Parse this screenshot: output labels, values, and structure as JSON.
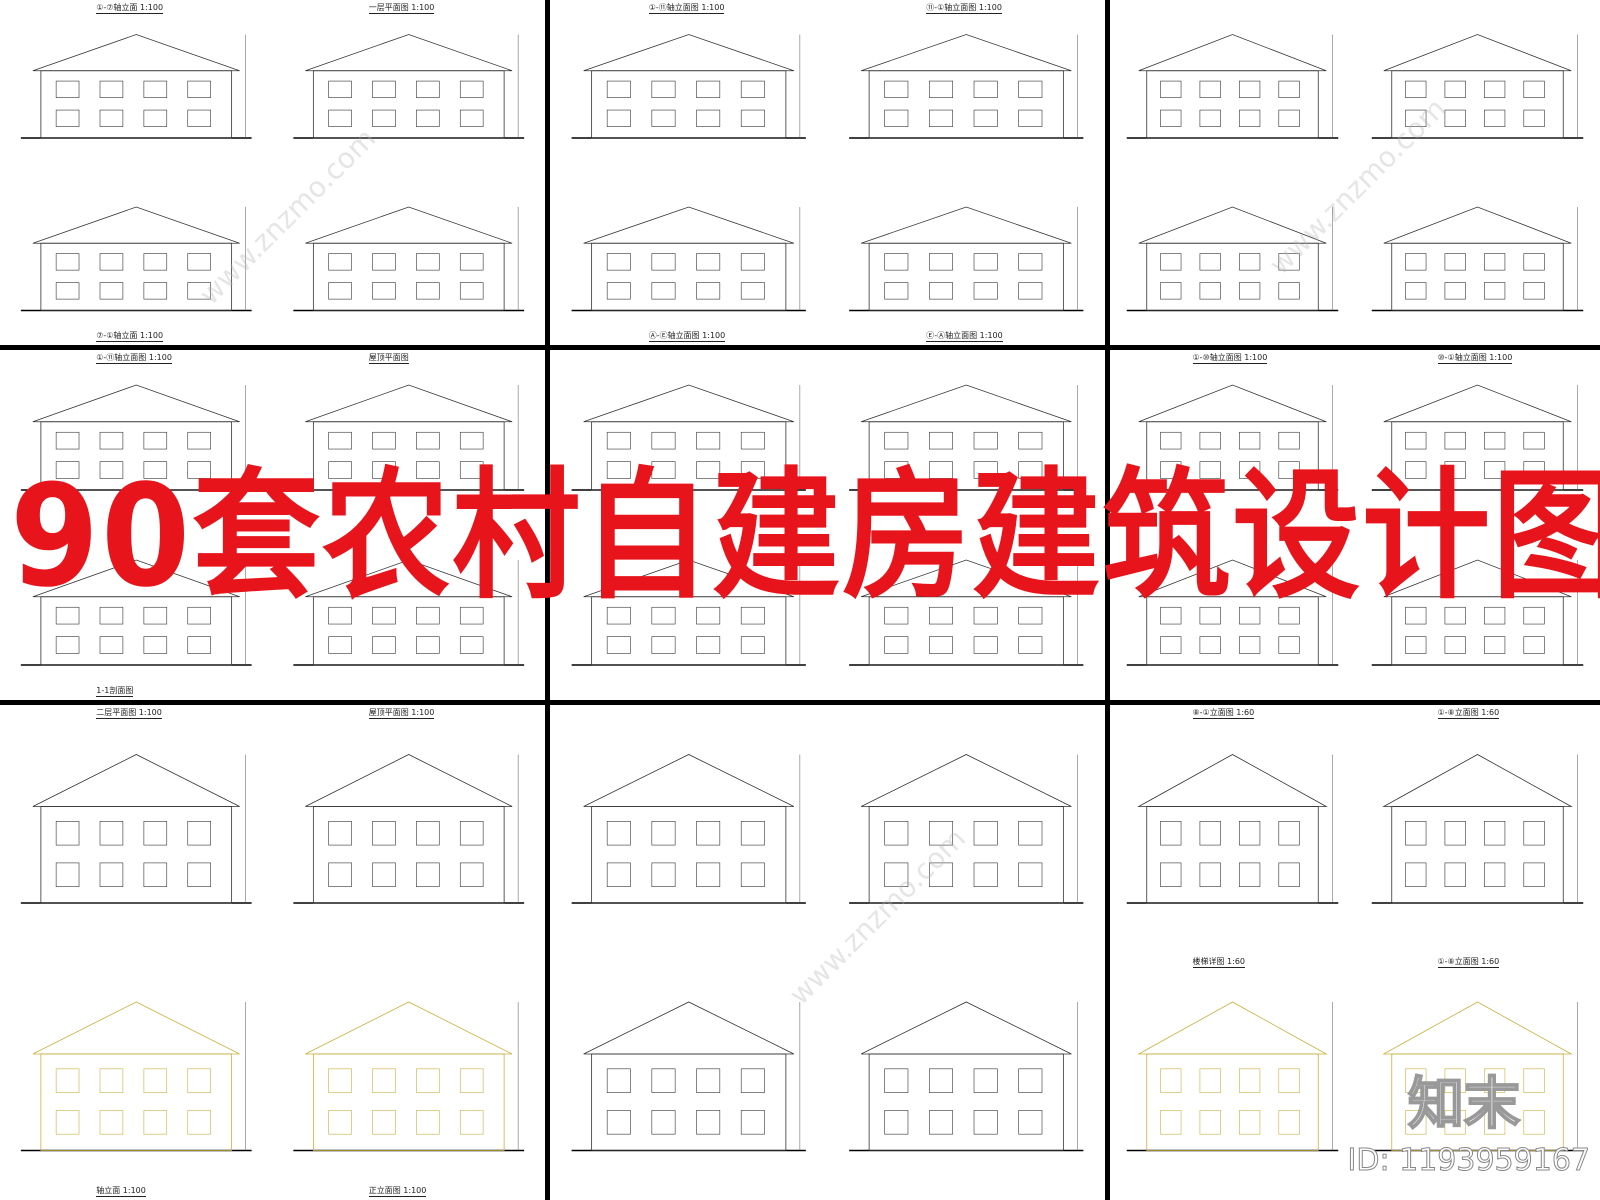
{
  "title": "90套农村自建房建筑设计图",
  "id_label": "ID: 1193959167",
  "logo_text": "知末",
  "watermark": "www.znzmo.com",
  "title_color": "#e8141b",
  "panels": [
    {
      "captions": [
        "①-⑦轴立面 1:100",
        "一层平面图 1:100",
        "⑦-①轴立面 1:100"
      ]
    },
    {
      "captions": [
        "①-⑪轴立面图 1:100",
        "⑪-①轴立面图 1:100",
        "Ⓐ-Ⓔ轴立面图 1:100",
        "Ⓔ-Ⓐ轴立面图 1:100"
      ]
    },
    {
      "captions": []
    },
    {
      "captions": [
        "①-⑪轴立面图 1:100",
        "屋顶平面图",
        "1-1剖面图"
      ]
    },
    {
      "captions": []
    },
    {
      "captions": [
        "①-⑩轴立面图 1:100",
        "⑩-①轴立面图 1:100"
      ]
    },
    {
      "captions": [
        "二层平面图 1:100",
        "屋顶平面图 1:100",
        "轴立面 1:100",
        "正立面图 1:100"
      ]
    },
    {
      "captions": []
    },
    {
      "captions": [
        "⑧-①立面图 1:60",
        "①-⑧立面图 1:60",
        "楼梯详图 1:60",
        "①-⑧立面图 1:60"
      ]
    }
  ]
}
